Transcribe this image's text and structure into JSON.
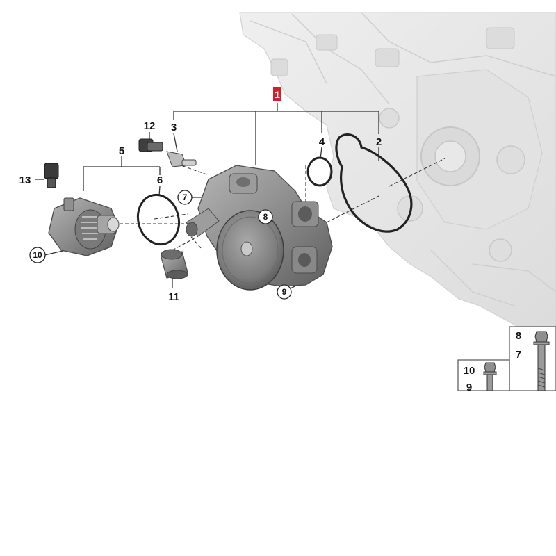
{
  "diagram": {
    "callouts": {
      "p1": "1",
      "p2": "2",
      "p3": "3",
      "p4": "4",
      "p5": "5",
      "p6": "6",
      "p7": "7",
      "p8": "8",
      "p9": "9",
      "p10": "10",
      "p11": "11",
      "p12": "12",
      "p13": "13"
    },
    "legend": {
      "box_a_top": "8",
      "box_a_bottom": "7",
      "box_b_top": "10",
      "box_b_bottom": "9"
    },
    "colors": {
      "highlight": "#d0202e",
      "engine_block": "#e6e6e6",
      "part_metal": "#8a8a8a"
    }
  }
}
